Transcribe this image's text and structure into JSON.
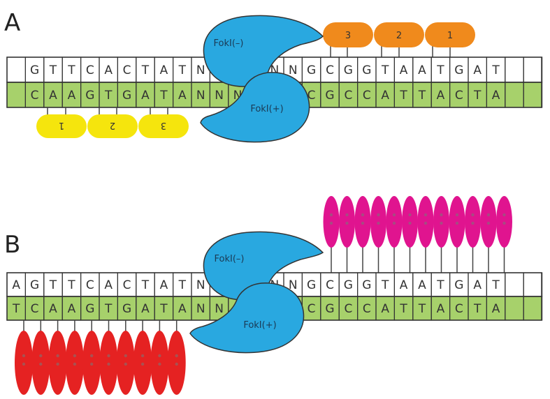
{
  "colors": {
    "strand_top_fill": "#ffffff",
    "strand_bottom_fill": "#a7d16b",
    "strand_stroke": "#333333",
    "fokI": "#29a8e0",
    "zf_top": "#f08a1c",
    "zf_bottom": "#f5e50d",
    "tale_top": "#e0148f",
    "tale_bottom": "#e52222"
  },
  "icons": {
    "fokI": "fokI-nuclease-domain-icon",
    "zinc_finger": "zinc-finger-module-icon",
    "tale_repeat": "tale-repeat-module-icon"
  },
  "panelA": {
    "label": "A",
    "top_strand": [
      "",
      "G",
      "T",
      "T",
      "C",
      "A",
      "C",
      "T",
      "A",
      "T",
      "N",
      "N",
      "N",
      "N",
      "N",
      "N",
      "G",
      "C",
      "G",
      "G",
      "T",
      "A",
      "A",
      "T",
      "G",
      "A",
      "T",
      "",
      ""
    ],
    "bottom_strand": [
      "",
      "C",
      "A",
      "A",
      "G",
      "T",
      "G",
      "A",
      "T",
      "A",
      "N",
      "N",
      "N",
      "N",
      "N",
      "N",
      "C",
      "G",
      "C",
      "C",
      "A",
      "T",
      "T",
      "A",
      "C",
      "T",
      "A",
      "",
      ""
    ],
    "fok_minus": "FokI(–)",
    "fok_plus": "FokI(+)",
    "zf_top_labels": [
      "3",
      "2",
      "1"
    ],
    "zf_bottom_labels": [
      "1",
      "2",
      "3"
    ]
  },
  "panelB": {
    "label": "B",
    "top_strand": [
      "A",
      "G",
      "T",
      "T",
      "C",
      "A",
      "C",
      "T",
      "A",
      "T",
      "N",
      "N",
      "N",
      "N",
      "N",
      "N",
      "G",
      "C",
      "G",
      "G",
      "T",
      "A",
      "A",
      "T",
      "G",
      "A",
      "T",
      "",
      ""
    ],
    "bottom_strand": [
      "T",
      "C",
      "A",
      "A",
      "G",
      "T",
      "G",
      "A",
      "T",
      "A",
      "N",
      "N",
      "N",
      "N",
      "N",
      "N",
      "C",
      "G",
      "C",
      "C",
      "A",
      "T",
      "T",
      "A",
      "C",
      "T",
      "A",
      "",
      ""
    ],
    "fok_minus": "FokI(–)",
    "fok_plus": "FokI(+)",
    "tale_top_count": 12,
    "tale_bottom_count": 10
  }
}
